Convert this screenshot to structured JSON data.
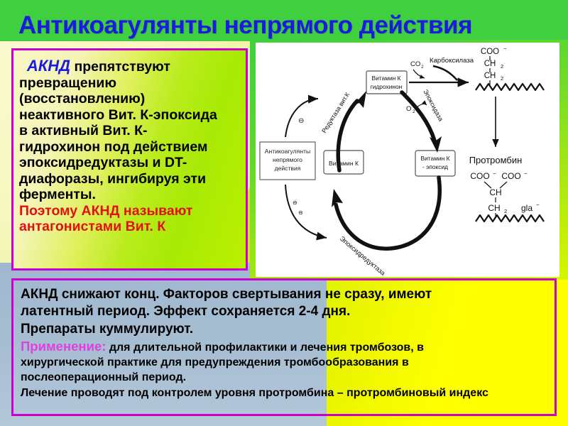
{
  "slide": {
    "title": "Антикоагулянты непрямого действия",
    "title_color": "#1a1ae0",
    "header_band_color": "#3fcf3f",
    "box_border_color": "#cc00cc"
  },
  "left_box": {
    "lead_word": "АКНД",
    "lead_word_color": "#1a1ae0",
    "body_lines": [
      "препятствуют",
      "превращению",
      "(восстановлению)",
      "неактивного Вит. К-эпоксида",
      "в активный Вит. К-",
      "гидрохинон под действием",
      "эпоксидредуктазы и DT-",
      "диафоразы, ингибируя эти",
      "ферменты."
    ],
    "red_lines": [
      "Поэтому АКНД называют",
      "антагонистами Вит. К"
    ],
    "red_color": "#e31010"
  },
  "bottom_box": {
    "big_lines": [
      " АКНД снижают конц. Факторов свертывания не сразу, имеют",
      "латентный период. Эффект сохраняется 2-4 дня.",
      "Препараты куммулируют."
    ],
    "application_label": "Применение:",
    "application_label_color": "#e040e0",
    "small_lines": [
      " для длительной профилактики и лечения тромбозов, в",
      "хирургической практике для предупреждения тромбообразования в",
      "послеоперационный период.",
      "Лечение проводят под контролем уровня протромбина – протромбиновый индекс"
    ]
  },
  "diagram": {
    "boxes": [
      {
        "id": "anticoagulants",
        "lines": [
          "Антикоагулянты",
          "непрямого",
          "действия"
        ]
      },
      {
        "id": "vitk_hydroquinone",
        "lines": [
          "Витамин К",
          "гидрохинон"
        ]
      },
      {
        "id": "vitk",
        "lines": [
          "Витамин К"
        ]
      },
      {
        "id": "vitk_epoxide",
        "lines": [
          "Витамин К",
          "- эпоксид"
        ]
      }
    ],
    "enzyme_labels": [
      {
        "id": "reductase",
        "text": "Редуктаза вит.К"
      },
      {
        "id": "epoxidase",
        "text": "Эпоксидаза"
      },
      {
        "id": "epoxide-reductase",
        "text": "Эпоксидредуктаза"
      },
      {
        "id": "carboxylase",
        "text": "Карбоксилаза"
      }
    ],
    "molecules": [
      {
        "id": "co2",
        "text": "CO",
        "sub": "2"
      },
      {
        "id": "o2",
        "text": "O",
        "sub": "2"
      },
      {
        "id": "prothrombin",
        "text": "Протромбин"
      },
      {
        "id": "gla",
        "text": "gla"
      }
    ],
    "chem_top": [
      "COO",
      "CH",
      "CH"
    ],
    "chem_bottom": [
      "COO",
      "COO",
      "CH",
      "CH",
      "gla"
    ],
    "inhibition_markers": [
      "⊖",
      "⊖",
      "⊖"
    ]
  }
}
